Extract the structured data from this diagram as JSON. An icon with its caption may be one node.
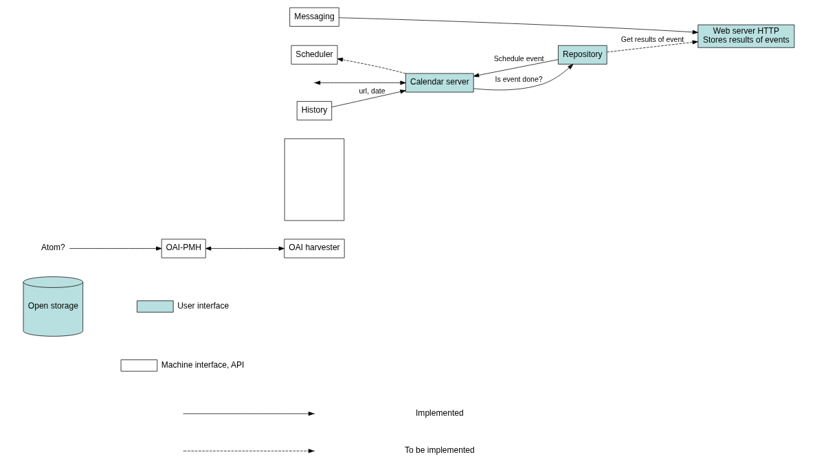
{
  "diagram": {
    "nodes": [
      {
        "text": [
          "Open storage"
        ]
      },
      {
        "text": [
          "OAI-PMH"
        ]
      },
      {
        "text": [
          "OAI harvester"
        ]
      },
      {
        "text": [],
        "shape": "box"
      },
      {
        "text": [
          "Scheduler"
        ]
      },
      {
        "text": [
          "History"
        ]
      },
      {
        "text": [
          "Messaging"
        ]
      },
      {
        "text": [
          "Calendar server"
        ]
      },
      {
        "text": [
          "Repository"
        ]
      },
      {
        "text": [
          "Web server HTTP",
          "Stores results of events"
        ]
      },
      {
        "text": [
          "Atom?"
        ]
      }
    ],
    "edges": [
      {
        "from": 1,
        "to": 2,
        "arrow": "both"
      },
      {
        "from": 7,
        "to": 4,
        "arrow": "to",
        "style": "dashed"
      },
      {
        "from": 5,
        "to": 7,
        "arrow": "to",
        "label": "url, date"
      },
      {
        "from": 8,
        "to": 7,
        "arrow": "to",
        "label": "Schedule event"
      },
      {
        "from": 7,
        "to": 8,
        "arrow": "to",
        "label": "Is event done?"
      },
      {
        "from": 6,
        "to": 9,
        "arrow": "to"
      },
      {
        "from": 8,
        "to": 9,
        "arrow": "to",
        "style": "dashed",
        "label": "Get results of event"
      },
      {
        "from": null,
        "to": 7,
        "arrow": "both"
      },
      {
        "from": 10,
        "to": 1,
        "arrow": "to"
      }
    ],
    "legend": [
      {
        "text": "User interface",
        "color": "#b9e0e0"
      },
      {
        "text": "Machine interface, API",
        "color": "#ffffff"
      },
      {
        "text": "Implemented"
      },
      {
        "text": "To be implemented"
      }
    ]
  }
}
